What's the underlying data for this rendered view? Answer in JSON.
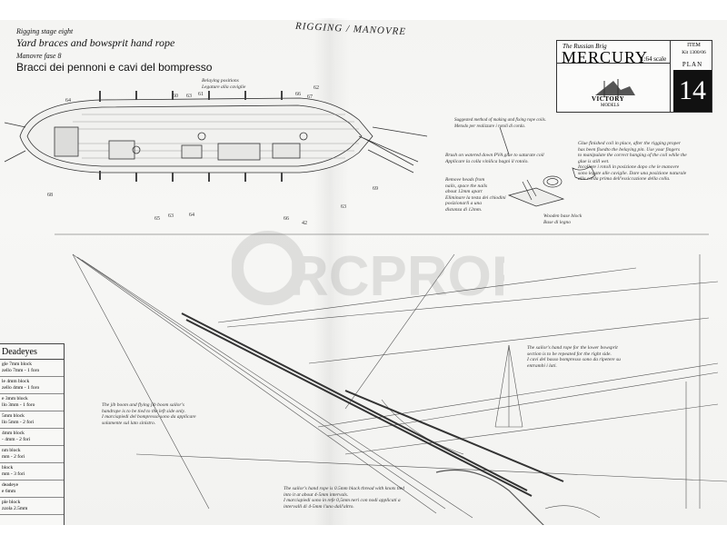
{
  "header": {
    "rigging_title": "RIGGING / MANOVRE",
    "stage_en": "Rigging stage eight",
    "title_en": "Yard braces and bowsprit hand rope",
    "stage_it": "Manovre fase 8",
    "title_it": "Bracci dei pennoni e cavi del bompresso"
  },
  "title_block": {
    "subtitle": "The Russian Brig",
    "ship_name": "MERCURY",
    "scale": "1:64 scale",
    "item_label": "ITEM",
    "kit": "Kit 1300/06",
    "plan_label": "PLAN",
    "plan_number": "14",
    "brand": "VICTORY",
    "brand_sub": "MODELS"
  },
  "notes": {
    "belaying": "Belaying positions\nLegature alla caviglie",
    "coils": "Suggested method of making and fixing rope coils.\nMetodo per realizzare i rotoli di corda.",
    "brush": "Brush on watered down PVA glue to saturate coil\nApplicare la colla vinilica bagni il rotolo.",
    "glue": "Glue finished coil in place, after the rigging proper\nhas been fixedto the belaying pin. Use your fingers\nto manipulate the correct hanging of the coil while the\nglue is still wet.\nIncollare i rotoli in posizione dopo che le manovre\nsono legate alle caviglie. Dare una posizione naturale\nalla corda prima dell'essiccazione della colla.",
    "remove": "Remove heads from\nnails, space the nails\nabout 12mm apart\nEliminare la testa dei chiodini\nposizionarli a una\ndistanza di 12mm.",
    "base": "Wooden base block\nBase di legno",
    "jib": "The jib boom and flying jib boom sailor's\nhandrope is to be tied to the left side only.\nI marciapiedi del bompresso sono da applicare\nsolamente sul lato sinistro.",
    "sailor_right": "The sailor's hand rope for the lower bowsprit\nsection is to be repeated for the right side.\nI cavi del basso bompresso sono da ripetere su\nentrambi i lati.",
    "sailor_bottom": "The sailor's hand rope is 0.5mm black thread with knots tied\ninto it at about 4-5mm intervals.\nI marciapiedi sono in refe 0,5mm neri con nodi applicati a\nintervalli di 4-5mm l'uno dall'altro."
  },
  "deck_labels": {
    "top": [
      "64",
      "60",
      "63",
      "61",
      "66",
      "67",
      "62"
    ],
    "bottom": [
      "65",
      "63",
      "64",
      "66",
      "42",
      "63"
    ],
    "side": [
      "68",
      "69"
    ]
  },
  "legend": {
    "title": "Deadeyes",
    "rows": [
      "gle 7mm block\nzello 7mm - 1 foro",
      "le 4mm block\nzello 4mm - 1 foro",
      "e 3mm block\nllo 3mm - 1 foro",
      "5mm block\nllo 5mm - 2 fori",
      "4mm block\n- 4mm - 2 fori",
      "nm block\nmm - 2 fori",
      "block\n mm - 3 fori",
      "deadeye\n e 6mm",
      "ple block\nzzola 2.5mm"
    ]
  },
  "watermark": "RCPROFI.cz"
}
